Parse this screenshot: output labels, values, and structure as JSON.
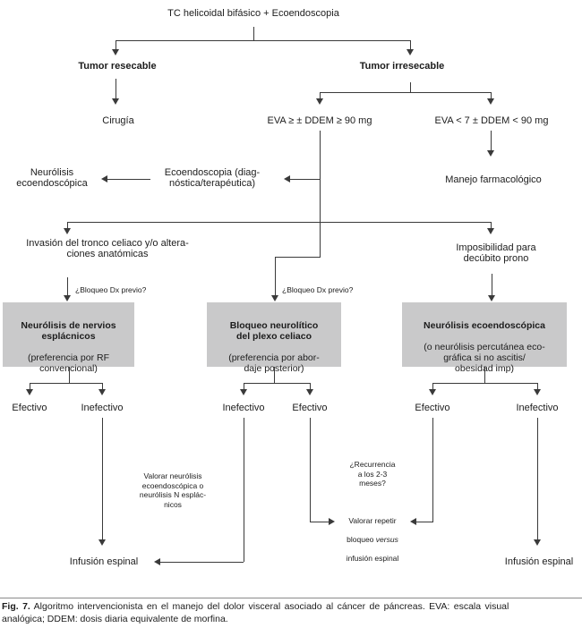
{
  "figure": {
    "title": "TC helicoidal bifásico + Ecoendoscopia",
    "nodes": {
      "tumor_resecable": "Tumor resecable",
      "tumor_irresecable": "Tumor irresecable",
      "cirugia": "Cirugía",
      "eva_alto": "EVA ≥ ± DDEM ≥ 90 mg",
      "eva_bajo": "EVA < 7 ± DDEM < 90 mg",
      "manejo_farmacologico": "Manejo farmacológico",
      "neurolisis_ecoendoscopica": "Neurólisis\necoendoscópica",
      "ecoendoscopia": "Ecoendoscopia (diag-\nnóstica/terapéutica)",
      "invasion_tronco": "Invasión del tronco celiaco y/o altera-\nciones anatómicas",
      "imposibilidad_decubito": "Imposibilidad para\ndecúbito prono",
      "bloqueo_dx_izq": "¿Bloqueo Dx previo?",
      "bloqueo_dx_centro": "¿Bloqueo Dx previo?",
      "caja_esplacnicos_titulo": "Neurólisis de nervios\nesplácnicos",
      "caja_esplacnicos_detalle": "(preferencia por RF\nconvencional)",
      "caja_plexo_titulo": "Bloqueo neurolítico\ndel plexo celiaco",
      "caja_plexo_detalle": "(preferencia por abor-\ndaje posterior)",
      "caja_eco_titulo": "Neurólisis ecoendoscópica",
      "caja_eco_detalle": "(o neurólisis percutánea eco-\ngráfica si no ascitis/\nobesidad imp)",
      "efectivo_izq": "Efectivo",
      "inefectivo_izq": "Inefectivo",
      "inefectivo_centro": "Inefectivo",
      "efectivo_centro": "Efectivo",
      "efectivo_der": "Efectivo",
      "inefectivo_der": "Inefectivo",
      "valorar_neurolisis": "Valorar neurólisis\necoendoscópica o\nneurólisis N esplác-\nnicos",
      "recurrencia": "¿Recurrencia\na los 2-3\nmeses?",
      "valorar_repetir_l1": "Valorar repetir",
      "valorar_repetir_l2a": "bloqueo ",
      "valorar_repetir_l2b": "versus",
      "valorar_repetir_l3": "infusión espinal",
      "infusion_izq": "Infusión espinal",
      "infusion_der": "Infusión espinal"
    },
    "caption": {
      "fig_label": "Fig. 7.",
      "line1": " Algoritmo intervencionista en el manejo del dolor visceral asociado al cáncer de páncreas. EVA: escala visual",
      "line2": "analógica; DDEM: dosis diaria equivalente de morfina."
    },
    "colors": {
      "box_fill": "#c9c9ca",
      "line": "#3a3a3a",
      "text": "#1c1c1c"
    }
  }
}
